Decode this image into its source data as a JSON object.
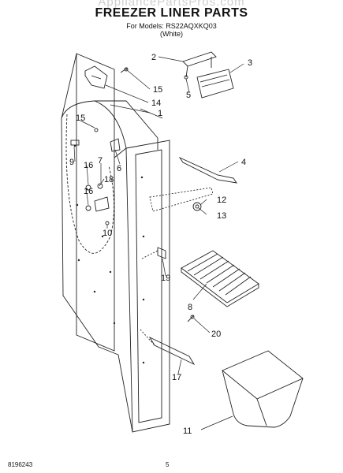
{
  "watermark": "AppliancePartsPros.com",
  "title": "FREEZER LINER PARTS",
  "subtitle_line1": "For Models: RS22AQXKQ03",
  "subtitle_line2": "(White)",
  "footer_left": "8196243",
  "footer_center": "5",
  "callouts": {
    "c1": "1",
    "c2": "2",
    "c3": "3",
    "c4": "4",
    "c5": "5",
    "c6": "6",
    "c7": "7",
    "c8": "8",
    "c9": "9",
    "c10": "10",
    "c11": "11",
    "c12": "12",
    "c13": "13",
    "c14": "14",
    "c15a": "15",
    "c15b": "15",
    "c16a": "16",
    "c16b": "16",
    "c17": "17",
    "c18": "18",
    "c19": "19",
    "c20": "20"
  }
}
